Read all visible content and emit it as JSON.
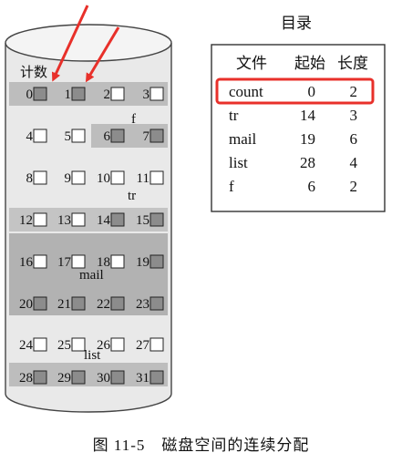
{
  "disk": {
    "labels": {
      "count": "计数",
      "f": "f",
      "tr": "tr",
      "mail": "mail",
      "list": "list"
    },
    "blocks": [
      {
        "n": "0",
        "filled": true
      },
      {
        "n": "1",
        "filled": true
      },
      {
        "n": "2",
        "filled": false
      },
      {
        "n": "3",
        "filled": false
      },
      {
        "n": "4",
        "filled": false
      },
      {
        "n": "5",
        "filled": false
      },
      {
        "n": "6",
        "filled": true
      },
      {
        "n": "7",
        "filled": true
      },
      {
        "n": "8",
        "filled": false
      },
      {
        "n": "9",
        "filled": false
      },
      {
        "n": "10",
        "filled": false
      },
      {
        "n": "11",
        "filled": false
      },
      {
        "n": "12",
        "filled": false
      },
      {
        "n": "13",
        "filled": false
      },
      {
        "n": "14",
        "filled": true
      },
      {
        "n": "15",
        "filled": true
      },
      {
        "n": "16",
        "filled": false
      },
      {
        "n": "17",
        "filled": false
      },
      {
        "n": "18",
        "filled": false
      },
      {
        "n": "19",
        "filled": true
      },
      {
        "n": "20",
        "filled": true
      },
      {
        "n": "21",
        "filled": true
      },
      {
        "n": "22",
        "filled": true
      },
      {
        "n": "23",
        "filled": true
      },
      {
        "n": "24",
        "filled": false
      },
      {
        "n": "25",
        "filled": false
      },
      {
        "n": "26",
        "filled": false
      },
      {
        "n": "27",
        "filled": false
      },
      {
        "n": "28",
        "filled": true
      },
      {
        "n": "29",
        "filled": true
      },
      {
        "n": "30",
        "filled": true
      },
      {
        "n": "31",
        "filled": true
      }
    ]
  },
  "directory": {
    "title": "目录",
    "headers": [
      "文件",
      "起始",
      "长度"
    ],
    "rows": [
      {
        "file": "count",
        "start": "0",
        "length": "2",
        "highlighted": true
      },
      {
        "file": "tr",
        "start": "14",
        "length": "3",
        "highlighted": false
      },
      {
        "file": "mail",
        "start": "19",
        "length": "6",
        "highlighted": false
      },
      {
        "file": "list",
        "start": "28",
        "length": "4",
        "highlighted": false
      },
      {
        "file": "f",
        "start": "6",
        "length": "2",
        "highlighted": false
      }
    ]
  },
  "caption": "图 11-5　磁盘空间的连续分配",
  "colors": {
    "cylinder_body": "#e9e9e9",
    "band": "#b9b9b9",
    "highlight": "#e8302a",
    "arrow": "#e8302a"
  }
}
